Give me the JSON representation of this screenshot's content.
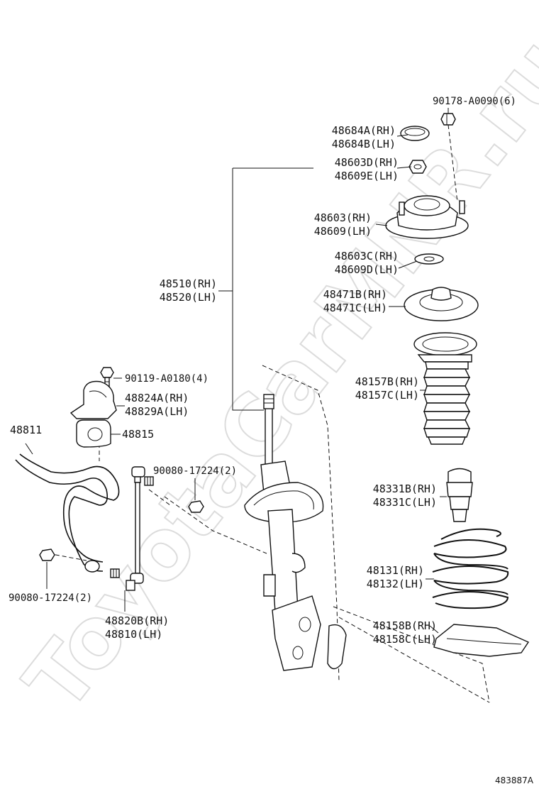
{
  "watermark": "ToyotaCarMNR.ru",
  "reference_code": "483887A",
  "labels": [
    {
      "id": "nut-top",
      "lines": [
        "90178-A0090(6)"
      ]
    },
    {
      "id": "cap",
      "lines": [
        "48684A(RH)",
        "48684B(LH)"
      ]
    },
    {
      "id": "nut-center",
      "lines": [
        "48603D(RH)",
        "48609E(LH)"
      ]
    },
    {
      "id": "support",
      "lines": [
        "48603(RH)",
        "48609(LH)"
      ]
    },
    {
      "id": "washer",
      "lines": [
        "48603C(RH)",
        "48609D(LH)"
      ]
    },
    {
      "id": "seat",
      "lines": [
        "48471B(RH)",
        "48471C(LH)"
      ]
    },
    {
      "id": "strut",
      "lines": [
        "48510(RH)",
        "48520(LH)"
      ]
    },
    {
      "id": "boot",
      "lines": [
        "48157B(RH)",
        "48157C(LH)"
      ]
    },
    {
      "id": "bolt-bracket",
      "lines": [
        "90119-A0180(4)"
      ]
    },
    {
      "id": "bracket",
      "lines": [
        "48824A(RH)",
        "48829A(LH)"
      ]
    },
    {
      "id": "stabilizer-bar",
      "lines": [
        "48811"
      ]
    },
    {
      "id": "bushing",
      "lines": [
        "48815"
      ]
    },
    {
      "id": "nut-link-upper",
      "lines": [
        "90080-17224(2)"
      ]
    },
    {
      "id": "bumper",
      "lines": [
        "48331B(RH)",
        "48331C(LH)"
      ]
    },
    {
      "id": "spring",
      "lines": [
        "48131(RH)",
        "48132(LH)"
      ]
    },
    {
      "id": "nut-link-lower",
      "lines": [
        "90080-17224(2)"
      ]
    },
    {
      "id": "link",
      "lines": [
        "48820B(RH)",
        "48810(LH)"
      ]
    },
    {
      "id": "insulator",
      "lines": [
        "48158B(RH)",
        "48158C(LH)"
      ]
    }
  ]
}
